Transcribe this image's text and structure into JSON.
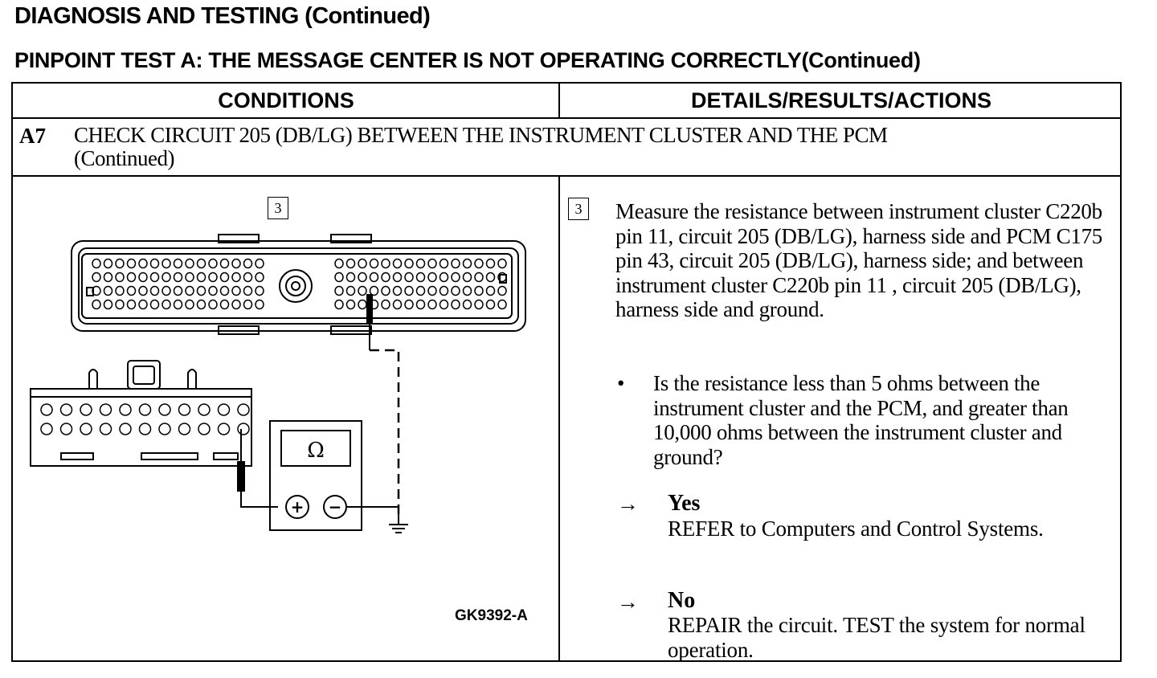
{
  "page": {
    "title": "DIAGNOSIS AND TESTING (Continued)",
    "subtitle": "PINPOINT TEST A: THE MESSAGE CENTER IS NOT OPERATING CORRECTLY(Continued)"
  },
  "table": {
    "headers": {
      "conditions": "CONDITIONS",
      "details": "DETAILS/RESULTS/ACTIONS"
    },
    "step": {
      "number": "A7",
      "title_line1": "CHECK CIRCUIT 205 (DB/LG) BETWEEN THE INSTRUMENT CLUSTER AND THE PCM",
      "title_line2": "(Continued)"
    },
    "figure": {
      "step_ref": "3",
      "ohm_symbol": "Ω",
      "plus": "+",
      "minus": "−",
      "figure_id": "GK9392-A"
    },
    "details": {
      "step_ref": "3",
      "instruction": "Measure the resistance between instrument cluster C220b pin 11, circuit 205 (DB/LG), harness side and PCM C175 pin 43, circuit 205 (DB/LG), harness side; and between instrument cluster C220b pin 11 , circuit 205 (DB/LG), harness side and  ground.",
      "bullet_mark": "•",
      "question": "Is the resistance less than 5 ohms between the instrument cluster and the PCM, and greater than 10,000 ohms between the instrument cluster and ground?",
      "arrow_mark": "→",
      "yes_label": "Yes",
      "yes_action": "REFER to Computers and Control Systems.",
      "no_label": "No",
      "no_action": "REPAIR the circuit. TEST the system for normal operation."
    }
  }
}
